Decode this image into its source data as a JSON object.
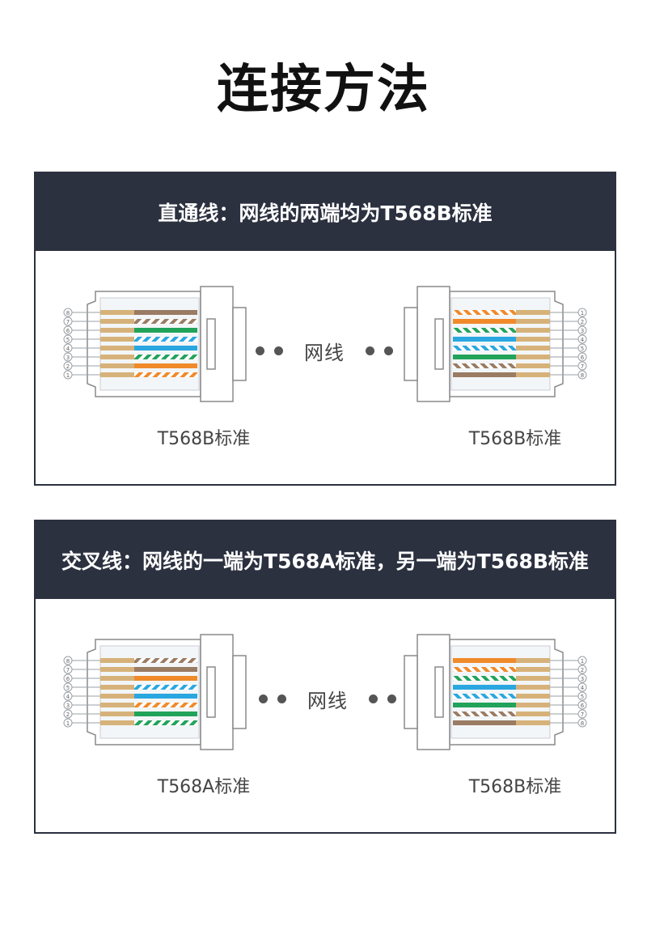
{
  "title": "连接方法",
  "panels": [
    {
      "header": "直通线：网线的两端均为T568B标准",
      "cable_label": "网线",
      "left": {
        "standard": "T568B标准",
        "colors": [
          "brown",
          "brown-stripe",
          "green",
          "blue-stripe",
          "blue",
          "green-stripe",
          "orange",
          "orange-stripe"
        ]
      },
      "right": {
        "standard": "T568B标准",
        "colors": [
          "orange-stripe",
          "orange",
          "green-stripe",
          "blue",
          "blue-stripe",
          "green",
          "brown-stripe",
          "brown"
        ]
      },
      "left_pins": [
        "8",
        "7",
        "6",
        "5",
        "4",
        "3",
        "2",
        "1"
      ],
      "right_pins": [
        "1",
        "2",
        "3",
        "4",
        "5",
        "6",
        "7",
        "8"
      ]
    },
    {
      "header": "交叉线：网线的一端为T568A标准，另一端为T568B标准",
      "cable_label": "网线",
      "left": {
        "standard": "T568A标准",
        "colors": [
          "brown-stripe",
          "brown",
          "orange",
          "blue-stripe",
          "blue",
          "orange-stripe",
          "green",
          "green-stripe"
        ]
      },
      "right": {
        "standard": "T568B标准",
        "colors": [
          "orange",
          "orange-stripe",
          "green-stripe",
          "blue",
          "blue-stripe",
          "green",
          "brown-stripe",
          "brown"
        ]
      },
      "left_pins": [
        "8",
        "7",
        "6",
        "5",
        "4",
        "3",
        "2",
        "1"
      ],
      "right_pins": [
        "1",
        "2",
        "3",
        "4",
        "5",
        "6",
        "7",
        "8"
      ]
    }
  ],
  "wire_colors": {
    "orange": "#f08a2a",
    "green": "#21a35a",
    "blue": "#2aa7e0",
    "brown": "#9a7b63",
    "white": "#ffffff",
    "gold": "#d6b27a",
    "frame": "#8a8a8a",
    "header_bg": "#2c3140"
  }
}
